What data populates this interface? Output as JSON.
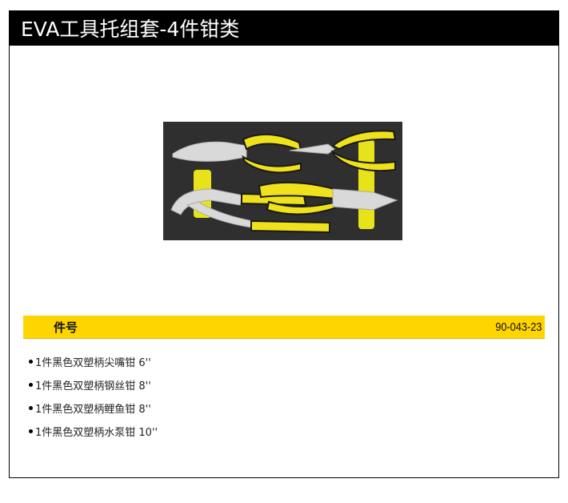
{
  "header": {
    "title": "EVA工具托组套-4件钳类"
  },
  "product_image": {
    "alt": "EVA foam tray with four yellow-black handled pliers",
    "colors": {
      "tray": "#2f2f2f",
      "handle_yellow": "#f2e21c",
      "handle_black": "#1a1a1a",
      "steel": "#d8d8d8"
    }
  },
  "spec": {
    "label": "件号",
    "value": "90-043-23",
    "band_color": "#ffd500"
  },
  "contents": {
    "items": [
      {
        "text": "1件黑色双塑柄尖嘴钳 6''"
      },
      {
        "text": "1件黑色双塑柄钢丝钳 8''"
      },
      {
        "text": "1件黑色双塑柄鲤鱼钳 8''"
      },
      {
        "text": "1件黑色双塑柄水泵钳 10''"
      }
    ]
  }
}
